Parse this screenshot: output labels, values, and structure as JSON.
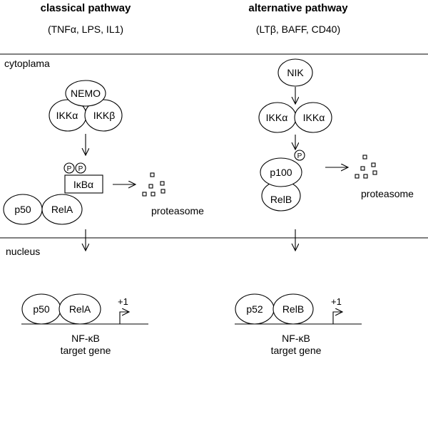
{
  "headers": {
    "classical_title": "classical pathway",
    "classical_stimuli": "(TNFα, LPS, IL1)",
    "alternative_title": "alternative pathway",
    "alternative_stimuli": "(LTβ, BAFF, CD40)"
  },
  "compartments": {
    "cytoplasm": "cytoplama",
    "nucleus": "nucleus"
  },
  "classical": {
    "nemo": "NEMO",
    "ikk_a": "IKKα",
    "ikk_b": "IKKβ",
    "phospho_1": "P",
    "phospho_2": "P",
    "ikba": "IκBα",
    "p50": "p50",
    "rela": "RelA",
    "proteasome": "proteasome",
    "nuclear_p50": "p50",
    "nuclear_rela": "RelA",
    "tss": "+1",
    "target_line1": "NF-κB",
    "target_line2": "target gene"
  },
  "alternative": {
    "nik": "NIK",
    "ikk_a1": "IKKα",
    "ikk_a2": "IKKα",
    "phospho": "P",
    "p100": "p100",
    "relb": "RelB",
    "proteasome": "proteasome",
    "nuclear_p52": "p52",
    "nuclear_relb": "RelB",
    "tss": "+1",
    "target_line1": "NF-κB",
    "target_line2": "target gene"
  }
}
